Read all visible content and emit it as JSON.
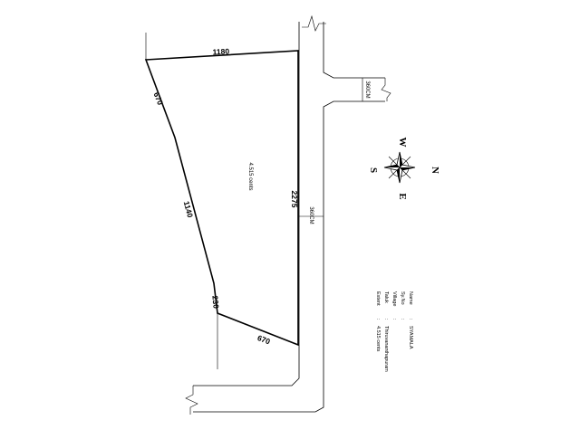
{
  "plot": {
    "sides": {
      "top": "1180",
      "upper_left": "670",
      "left": "1140",
      "lower_left": "230",
      "bottom": "670",
      "right": "2275"
    },
    "area_label": "4.515 cents"
  },
  "road": {
    "width_main": "360CM",
    "width_branch": "360CM"
  },
  "compass": {
    "north": "N",
    "south": "S",
    "east": "E",
    "west": "W"
  },
  "details": {
    "rows": [
      {
        "label": "Name",
        "sep": ":",
        "value": "SYAMALA"
      },
      {
        "label": "Sy.No",
        "sep": ":",
        "value": ""
      },
      {
        "label": "Village",
        "sep": ":",
        "value": ""
      },
      {
        "label": "Taluk",
        "sep": ":",
        "value": "Thiruvananthapuram"
      },
      {
        "label": "Extent",
        "sep": ":",
        "value": "4.515 cents"
      }
    ]
  }
}
